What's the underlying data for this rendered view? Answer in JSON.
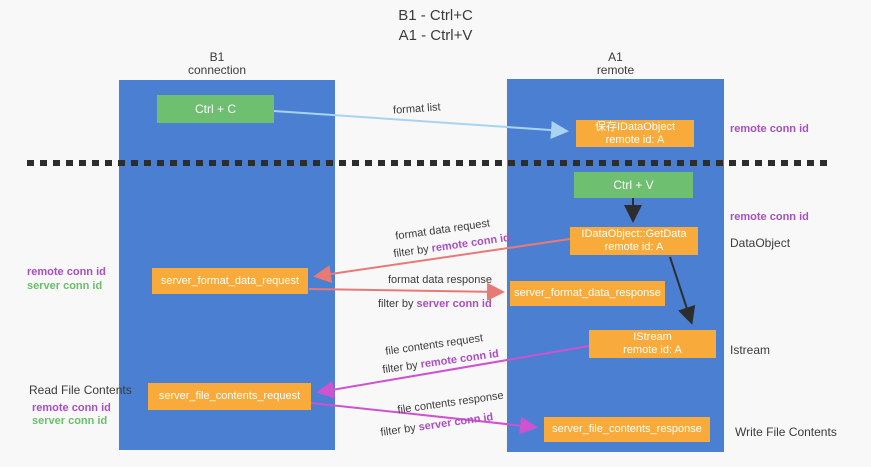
{
  "title": {
    "line1": "B1 - Ctrl+C",
    "line2": "A1 - Ctrl+V"
  },
  "columns": {
    "left": {
      "header_line1": "B1",
      "header_line2": "connection"
    },
    "right": {
      "header_line1": "A1",
      "header_line2": "remote"
    }
  },
  "nodes": {
    "ctrl_c": "Ctrl + C",
    "ctrl_v": "Ctrl + V",
    "save_idataobject": {
      "line1": "保存IDataObject",
      "line2": "remote id: A"
    },
    "getdata": {
      "line1": "IDataObject::GetData",
      "line2": "remote id: A"
    },
    "istream": {
      "line1": "IStream",
      "line2": "remote id: A"
    },
    "format_request": "server_format_data_request",
    "format_response": "server_format_data_response",
    "file_request": "server_file_contents_request",
    "file_response": "server_file_contents_response"
  },
  "side_labels": {
    "right_remote_conn_id_top": "remote conn id",
    "right_remote_conn_id_mid": "remote conn id",
    "dataobject": "DataObject",
    "istream": "Istream",
    "write_file_contents": "Write File Contents",
    "left_remote_conn_id_mid": "remote conn id",
    "left_server_conn_id_mid": "server conn id",
    "read_file_contents": "Read File Contents",
    "left_remote_conn_id_bottom": "remote conn id",
    "left_server_conn_id_bottom": "server conn id"
  },
  "flow_labels": {
    "format_list": "format list",
    "format_data_request": "format data request",
    "format_data_response": "format data response",
    "file_contents_request": "file contents request",
    "file_contents_response": "file contents response",
    "filter_by_prefix_1": "filter by ",
    "filter_by_key_1": "remote conn id",
    "filter_by_prefix_2": "filter by ",
    "filter_by_key_2": "server conn id",
    "filter_by_prefix_3": "filter by ",
    "filter_by_key_3": "remote conn id",
    "filter_by_prefix_4": "filter by ",
    "filter_by_key_4": "server conn id"
  },
  "colors": {
    "column_blue": "#4a7fd2",
    "node_green": "#6ebf70",
    "node_orange": "#f8aa3a",
    "arrow_light_blue": "#a8d4f1",
    "arrow_red": "#e87a76",
    "arrow_magenta": "#cf52cf",
    "arrow_black": "#2d2d2d",
    "text_purple": "#ab4ec4",
    "text_green": "#6abf6b",
    "text_dark": "#3b3b3b",
    "background": "#f8f8f8"
  }
}
